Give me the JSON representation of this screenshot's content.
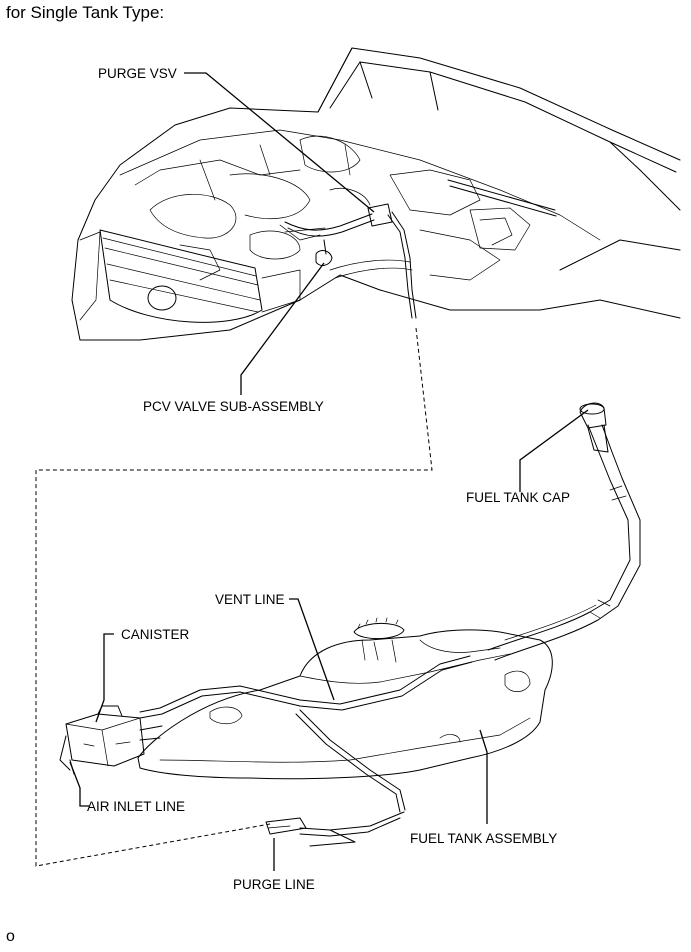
{
  "header": {
    "title": "for Single Tank Type:"
  },
  "labels": {
    "purge_vsv": "PURGE VSV",
    "pcv_valve": "PCV VALVE SUB-ASSEMBLY",
    "fuel_tank_cap": "FUEL TANK CAP",
    "vent_line": "VENT LINE",
    "canister": "CANISTER",
    "air_inlet_line": "AIR INLET LINE",
    "fuel_tank_assembly": "FUEL TANK ASSEMBLY",
    "purge_line": "PURGE LINE"
  },
  "footer": {
    "code": "o"
  }
}
